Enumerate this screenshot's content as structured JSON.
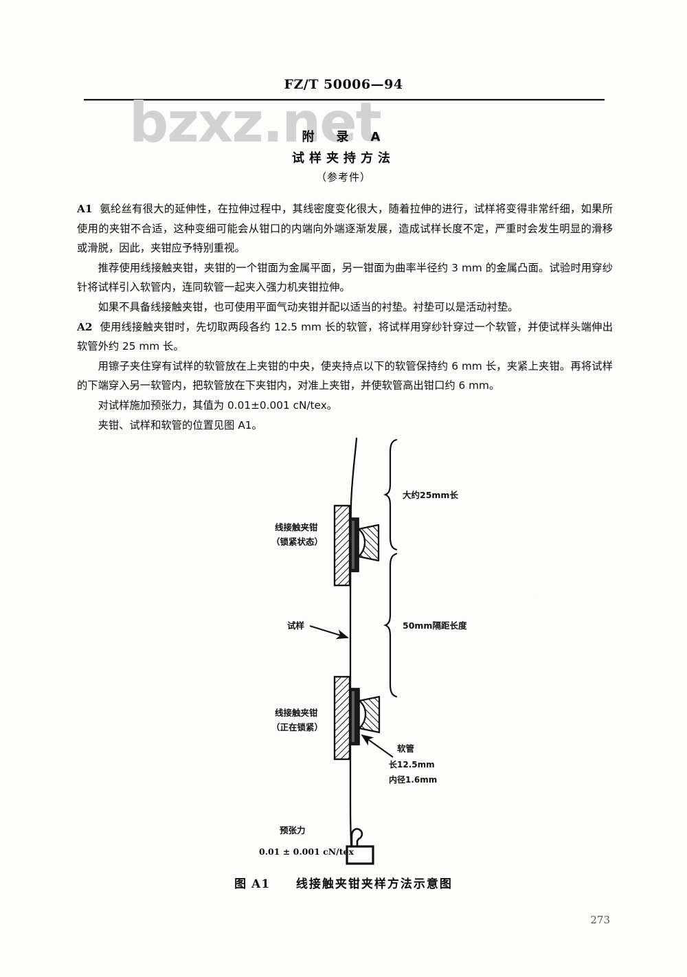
{
  "header": {
    "doc_number": "FZ/T 50006—94"
  },
  "watermark": {
    "text": "bzxz.net"
  },
  "appendix": {
    "title": "附　录　A",
    "subtitle": "试样夹持方法",
    "note": "（参考件）"
  },
  "body": {
    "paragraphs": [
      {
        "clause": "A1",
        "text": "氨纶丝有很大的延伸性，在拉伸过程中，其线密度变化很大，随着拉伸的进行，试样将变得非常纤细，如果所使用的夹钳不合适，这种变细可能会从钳口的内端向外端逐渐发展，造成试样长度不定，严重时会发生明显的滑移或滑脱，因此，夹钳应予特别重视。"
      },
      {
        "clause": "",
        "text": "推荐使用线接触夹钳，夹钳的一个钳面为金属平面，另一钳面为曲率半径约 3 mm 的金属凸面。试验时用穿纱针将试样引入软管内，连同软管一起夹入强力机夹钳拉伸。"
      },
      {
        "clause": "",
        "text": "如果不具备线接触夹钳，也可使用平面气动夹钳并配以适当的衬垫。衬垫可以是活动衬垫。"
      },
      {
        "clause": "A2",
        "text": "使用线接触夹钳时，先切取两段各约 12.5 mm 长的软管，将试样用穿纱针穿过一个软管，并使试样头端伸出软管外约 25 mm 长。"
      },
      {
        "clause": "",
        "text": "用镲子夹住穿有试样的软管放在上夹钳的中央，使夹持点以下的软管保持约 6 mm 长，夹紧上夹钳。再将试样的下端穿入另一软管内，把软管放在下夹钳内，对准上夹钳，并使软管高出钳口约 6 mm。"
      },
      {
        "clause": "",
        "text": "对试样施加预张力，其值为 0.01±0.001 cN/tex。"
      },
      {
        "clause": "",
        "text": "夹钳、试样和软管的位置见图 A1。"
      }
    ]
  },
  "figure": {
    "labels": {
      "upper_clamp_line1": "线接触夹钳",
      "upper_clamp_line2": "（锁紧状态）",
      "lower_clamp_line1": "线接触夹钳",
      "lower_clamp_line2": "（正在锁紧）",
      "specimen": "试样",
      "top_length": "大约25mm长",
      "gauge_length": "50mm隔距长度",
      "tube_title": "软管",
      "tube_length": "长12.5mm",
      "tube_bore": "内径1.6mm",
      "pretension_title": "预张力",
      "pretension_value": "0.01 ± 0.001 cN/tex"
    },
    "caption_number": "图 A1",
    "caption_text": "线接触夹钳夹样方法示意图"
  },
  "footer": {
    "page_number": "273"
  },
  "colors": {
    "ink": "#0d0d0d",
    "paper": "#fdfdfb",
    "watermark": "#d2d2d2"
  }
}
